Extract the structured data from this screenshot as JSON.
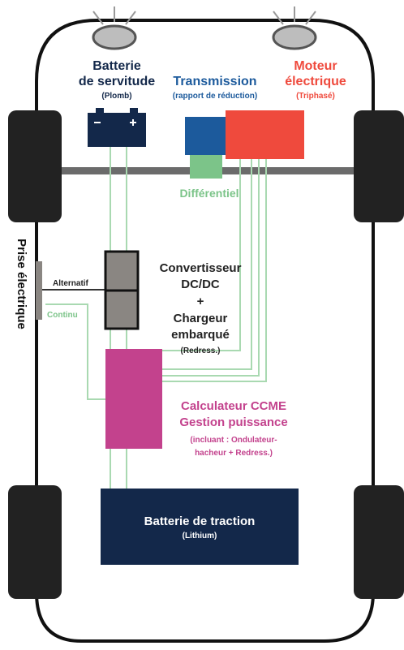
{
  "colors": {
    "navy": "#13284a",
    "blue": "#1c5a9c",
    "red": "#ef4a3d",
    "green": "#7cc489",
    "magenta": "#c3428d",
    "gray_box": "#8a8682",
    "wheel": "#222222",
    "outline": "#111111"
  },
  "labels": {
    "batterie_servitude": {
      "line1": "Batterie",
      "line2": "de servitude",
      "sub": "(Plomb)"
    },
    "transmission": {
      "line1": "Transmission",
      "sub": "(rapport de réduction)"
    },
    "moteur": {
      "line1": "Moteur",
      "line2": "électrique",
      "sub": "(Triphasé)"
    },
    "differentiel": "Différentiel",
    "prise": "Prise électrique",
    "alternatif": "Alternatif",
    "continu": "Continu",
    "convertisseur": {
      "line1": "Convertisseur",
      "line2": "DC/DC",
      "line3": "+",
      "line4": "Chargeur",
      "line5": "embarqué",
      "sub": "(Redress.)"
    },
    "calculateur": {
      "line1": "Calculateur CCME",
      "line2": "Gestion puissance",
      "sub1": "(incluant : Ondulateur-",
      "sub2": "hacheur + Redress.)"
    },
    "batterie_traction": {
      "line1": "Batterie de traction",
      "sub": "(Lithium)"
    }
  },
  "icons": [
    "headlight-left-icon",
    "headlight-right-icon"
  ]
}
